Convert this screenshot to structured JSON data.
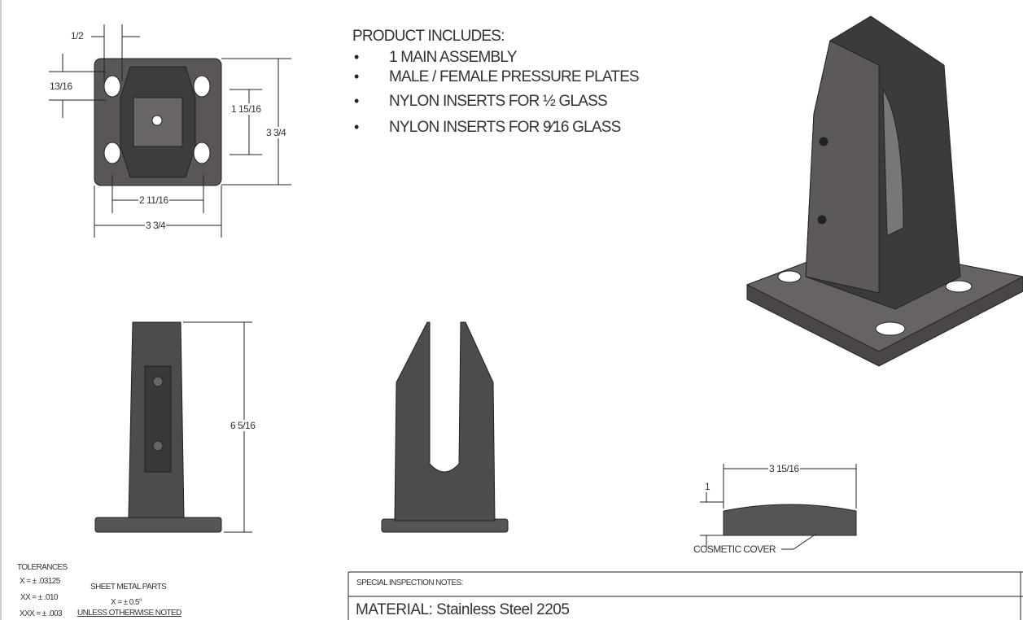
{
  "product_includes": {
    "heading": "PRODUCT INCLUDES:",
    "items": [
      "1 MAIN ASSEMBLY",
      "MALE / FEMALE PRESSURE PLATES",
      "NYLON INSERTS FOR ½ GLASS",
      "NYLON INSERTS FOR 9⁄16 GLASS"
    ]
  },
  "dimensions": {
    "hole_width": "1/2",
    "hole_height": "13/16",
    "hole_spacing_vertical": "1 15/16",
    "base_height": "3 3/4",
    "hole_spacing_horizontal": "2 11/16",
    "base_width": "3 3/4",
    "post_height": "6 5/16",
    "cover_width": "3 15/16",
    "cover_height": "1",
    "cover_label": "COSMETIC COVER"
  },
  "tolerances": {
    "heading": "TOLERANCES",
    "x": "X = ± .03125",
    "xx": "XX = ± .010",
    "xxx": "XXX = ± .003",
    "sheet_metal_heading": "SHEET METAL PARTS",
    "sheet_metal_x": "X = ± 0.5°",
    "unless_noted": "UNLESS OTHERWISE NOTED"
  },
  "title_block": {
    "inspection_notes_label": "SPECIAL INSPECTION NOTES:",
    "material": "MATERIAL: Stainless Steel 2205"
  }
}
